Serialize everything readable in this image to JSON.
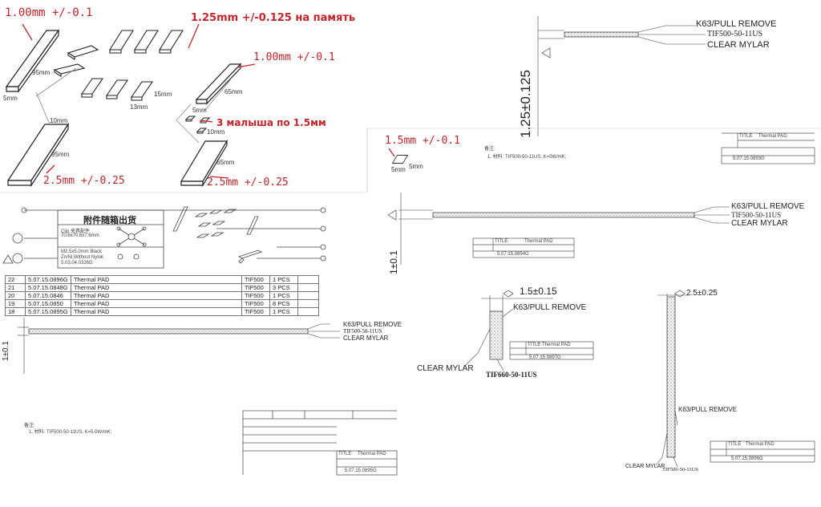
{
  "labels": {
    "pad1_thickness": "1.00mm +/-0.1",
    "pad1_length": "95mm",
    "pad1_width": "5mm",
    "memory_pads": "1.25mm +/-0.125 на память",
    "mem_len": "15mm",
    "mem_wid": "13mm",
    "pad2_width": "10mm",
    "pad2_length": "95mm",
    "pad2_thickness": "2.5mm +/-0.25",
    "pad3_thickness": "1.00mm +/-0.1",
    "pad3_length": "65mm",
    "pad3_width": "5mm",
    "small_pads": "3 малыша по 1.5мм",
    "small_size": "10mm",
    "pad4_length": "65mm",
    "pad4_thickness": "2.5mm +/-0.25",
    "pad5_thickness": "1.5mm +/-0.1",
    "pad5_w": "5mm",
    "pad5_h": "5mm"
  },
  "drawing_right_top": {
    "k63": "K63/PULL REMOVE",
    "tif": "TIF500-50-11US",
    "mylar": "CLEAR MYLAR",
    "dim": "1.25±0.125",
    "note_title": "备注:",
    "note_text": "1. 材料: TIF500-50-11US, K=5W/mK;",
    "title": "TITLE",
    "title_val": "Thermal PAD",
    "code": "5.07.15.0893G"
  },
  "drawing_right_mid": {
    "k63": "K63/PULL REMOVE",
    "tif": "TIF500-50-11US",
    "mylar": "CLEAR MYLAR",
    "dim": "1±0.1",
    "title": "TITLE",
    "title_val": "Thermal PAD",
    "code": "5.07.15.0894G"
  },
  "drawing_small": {
    "dim": "1.5±0.15",
    "k63": "K63/PULL REMOVE",
    "mylar": "CLEAR MYLAR",
    "tif": "TIF660-50-11US",
    "title": "TITLE",
    "title_val": "Thermal PAD",
    "code": "5.07.15.0897G"
  },
  "drawing_vertical": {
    "dim": "2.5±0.25",
    "k63": "K63/PULL REMOVE",
    "mylar": "CLEAR MYLAR",
    "tif": "TIF500-50-11US",
    "title": "TITLE",
    "title_val": "Thermal PAD",
    "code": "5.07.15.0896G"
  },
  "drawing_left_bottom": {
    "k63": "K63/PULL REMOVE",
    "tif": "TIF500-50-11US",
    "mylar": "CLEAR MYLAR",
    "dim": "1±0.1",
    "note_title": "备注:",
    "note_text": "1. 材料: TIF500-50-11US, K=5.0W/mK;",
    "title": "TITLE",
    "title_val": "Thermal PAD",
    "code": "5.07.15.0895G"
  },
  "accessory": {
    "heading": "附件随箱出货",
    "clip": "Clip 夹具配件",
    "clip_dim": "70.6x70.6x7.6mm",
    "screw": "M2.5x5.0mm Black",
    "screw2": "Zn/Ni,Without Nylok",
    "screw_code": "5.03.04.0326G"
  },
  "bom": [
    {
      "n": "22",
      "code": "5.07.15.0896G",
      "desc": "Thermal PAD",
      "mat": "TIF500",
      "qty": "1 PCS"
    },
    {
      "n": "21",
      "code": "5.07.15.0848G",
      "desc": "Thermal PAD",
      "mat": "TIF500",
      "qty": "3 PCS"
    },
    {
      "n": "20",
      "code": "5.07.15.0846",
      "desc": "Thermal PAD",
      "mat": "TIF500",
      "qty": "1 PCS"
    },
    {
      "n": "19",
      "code": "5.07.15.0850",
      "desc": "Thermal PAD",
      "mat": "TIF500",
      "qty": "8 PCS"
    },
    {
      "n": "18",
      "code": "5.07.15.0895G",
      "desc": "Thermal PAD",
      "mat": "TIF500",
      "qty": "1 PCS"
    }
  ]
}
